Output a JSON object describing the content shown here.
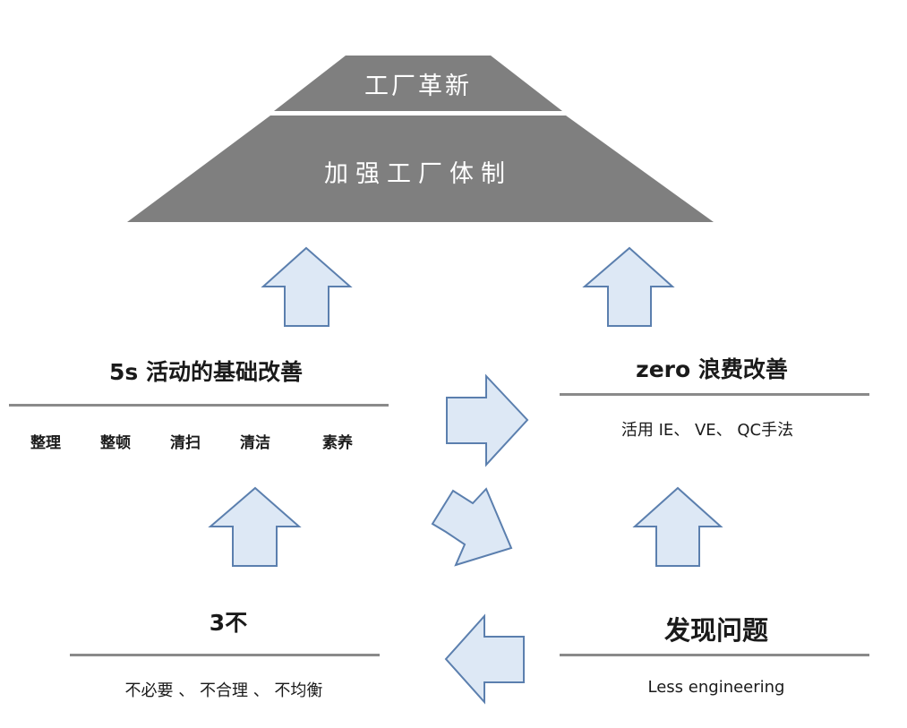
{
  "pyramid": {
    "top": "工厂革新",
    "bottom": "加强工厂体制"
  },
  "left_block": {
    "title": "5s 活动的基础改善",
    "items": [
      "整理",
      "整顿",
      "清扫",
      "清洁",
      "素养"
    ]
  },
  "right_block": {
    "title": "zero 浪费改善",
    "subtitle": "活用 IE、 VE、 QC手法"
  },
  "bottom_left": {
    "title": "3不",
    "subtitle": "不必要 、 不合理 、 不均衡"
  },
  "bottom_right": {
    "title": "发现问题",
    "subtitle": "Less engineering"
  },
  "colors": {
    "pyramid_fill": "#7f7f7f",
    "arrow_fill": "#dde8f5",
    "arrow_stroke": "#5b7fae",
    "rule": "#8a8a8a"
  }
}
